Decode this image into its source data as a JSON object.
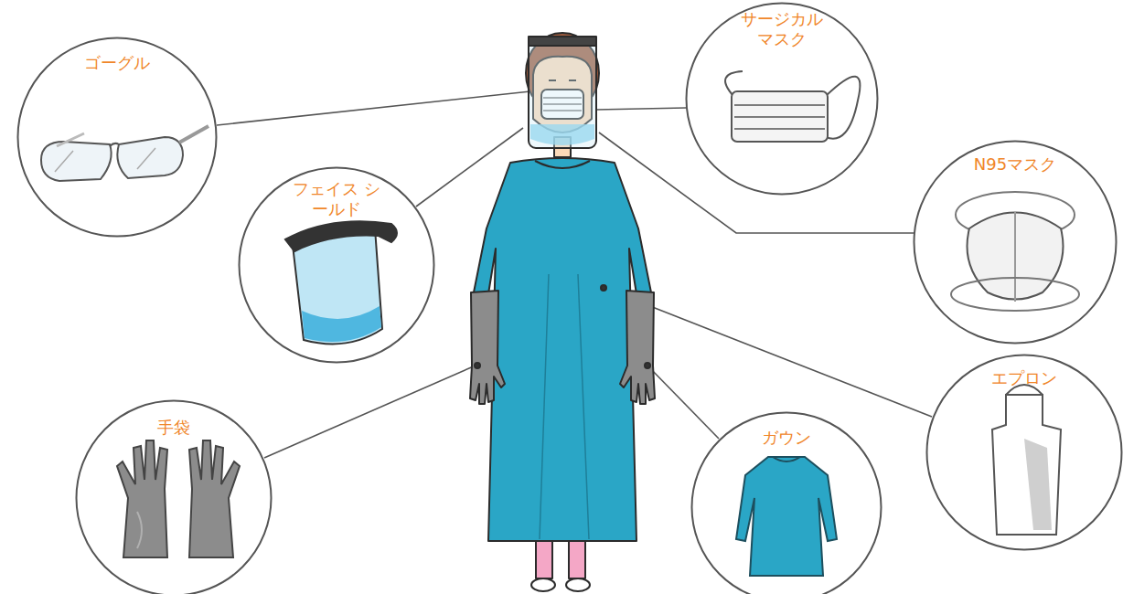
{
  "diagram": {
    "nodes": [
      {
        "text": [
          "ゴーグル"
        ]
      },
      {
        "text": [
          "フェイス シールド"
        ]
      },
      {
        "text": [
          "手袋"
        ]
      },
      {
        "text": [
          "サージカル マスク"
        ]
      },
      {
        "text": [
          "N95マスク"
        ]
      },
      {
        "text": [
          "ガウン"
        ]
      },
      {
        "text": [
          "エプロン"
        ]
      }
    ]
  }
}
